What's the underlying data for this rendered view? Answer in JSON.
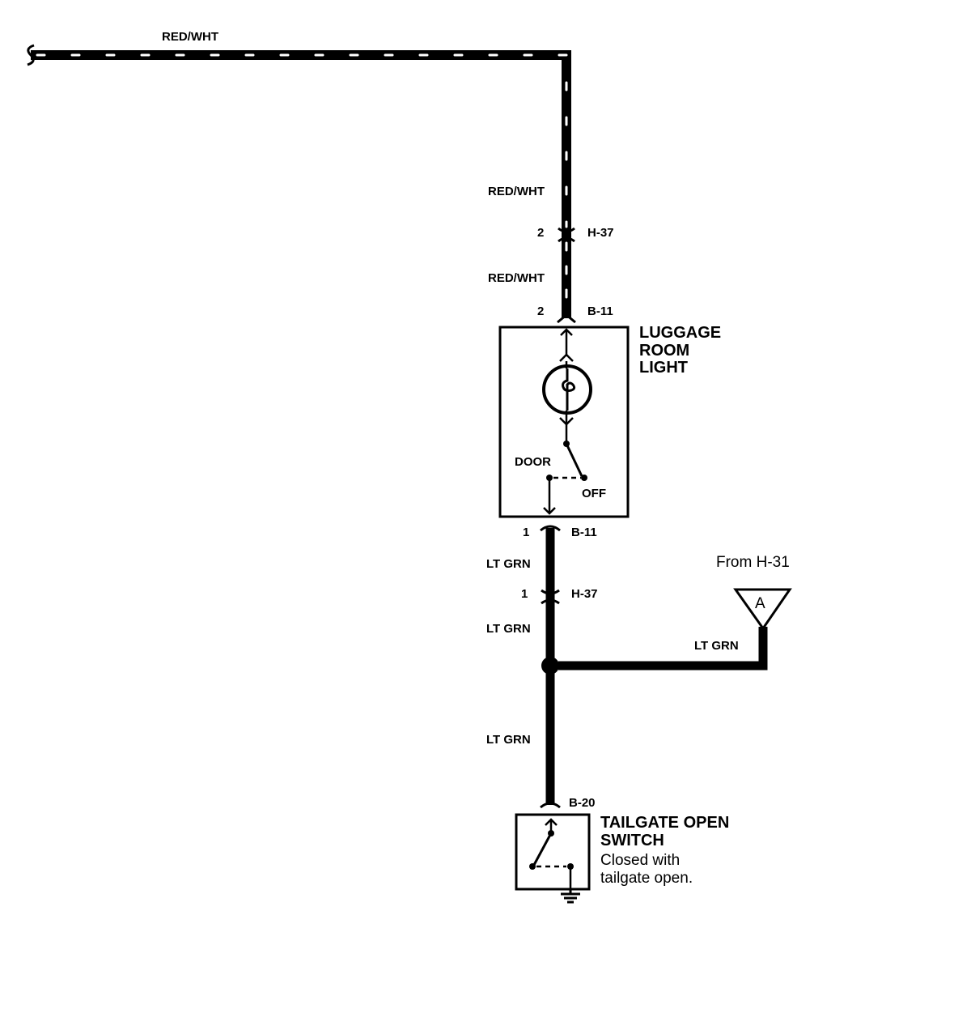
{
  "wires": {
    "top_horizontal": "RED/WHT",
    "vertical_upper": "RED/WHT",
    "vertical_mid": "RED/WHT",
    "lt_grn_1": "LT GRN",
    "lt_grn_2": "LT GRN",
    "lt_grn_3": "LT GRN",
    "lt_grn_branch": "LT GRN"
  },
  "connectors": {
    "h37_upper": {
      "pin": "2",
      "name": "H-37"
    },
    "b11_upper": {
      "pin": "2",
      "name": "B-11"
    },
    "b11_lower": {
      "pin": "1",
      "name": "B-11"
    },
    "h37_lower": {
      "pin": "1",
      "name": "H-37"
    },
    "b20": {
      "name": "B-20"
    }
  },
  "luggage_light": {
    "title_line1": "LUGGAGE",
    "title_line2": "ROOM",
    "title_line3": "LIGHT",
    "switch_door": "DOOR",
    "switch_off": "OFF"
  },
  "offpage": {
    "from": "From H-31",
    "letter": "A"
  },
  "tailgate_switch": {
    "title_line1": "TAILGATE OPEN",
    "title_line2": "SWITCH",
    "note_line1": "Closed with",
    "note_line2": "tailgate open."
  },
  "colors": {
    "wire": "#000000",
    "stripe": "#ffffff",
    "background": "#ffffff"
  }
}
